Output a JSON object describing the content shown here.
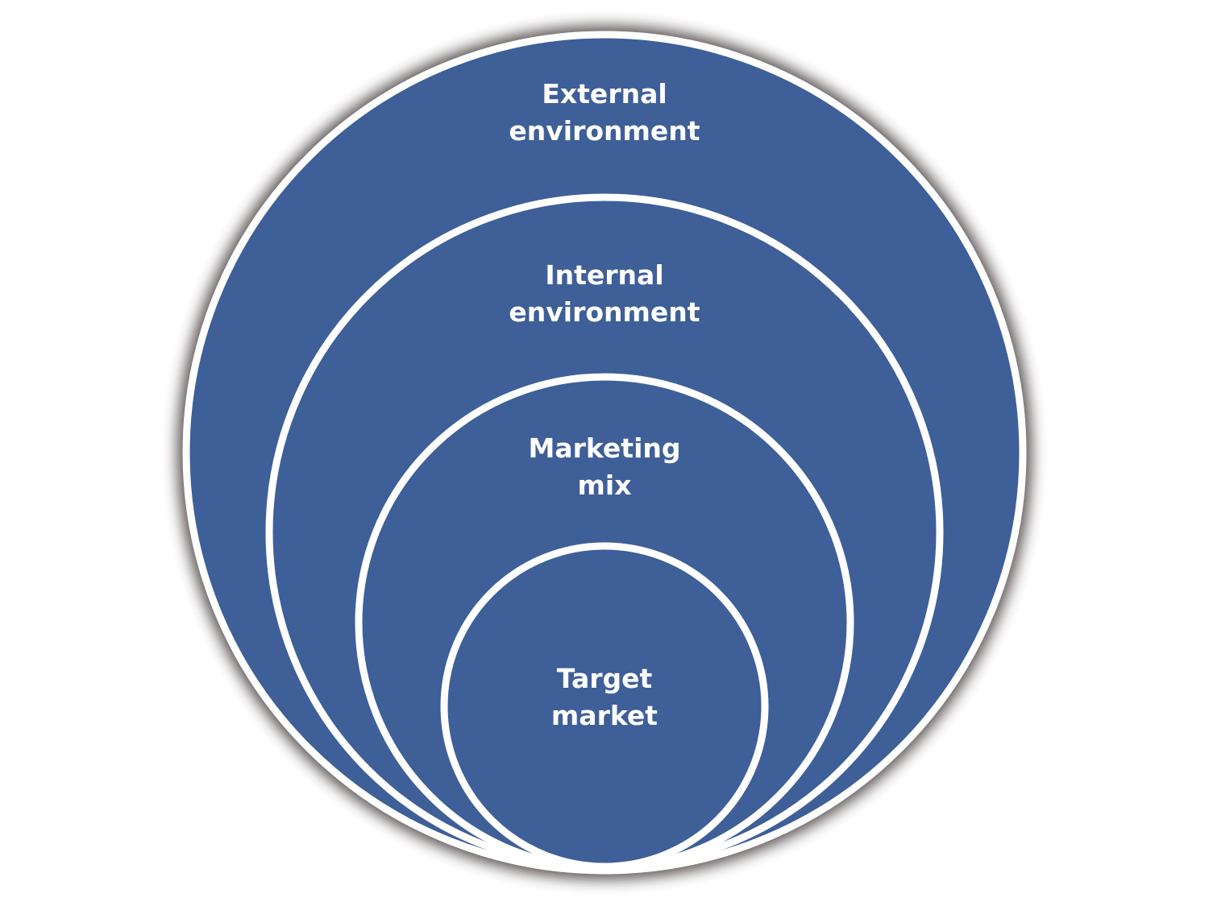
{
  "colors": {
    "fill": "#3e5f98",
    "stroke": "#ffffff",
    "shadow": "#3a3030"
  },
  "rings": [
    {
      "id": "external",
      "line1": "External",
      "line2": "environment"
    },
    {
      "id": "internal",
      "line1": "Internal",
      "line2": "environment"
    },
    {
      "id": "mix",
      "line1": "Marketing",
      "line2": "mix"
    },
    {
      "id": "target",
      "line1": "Target",
      "line2": "market"
    }
  ]
}
